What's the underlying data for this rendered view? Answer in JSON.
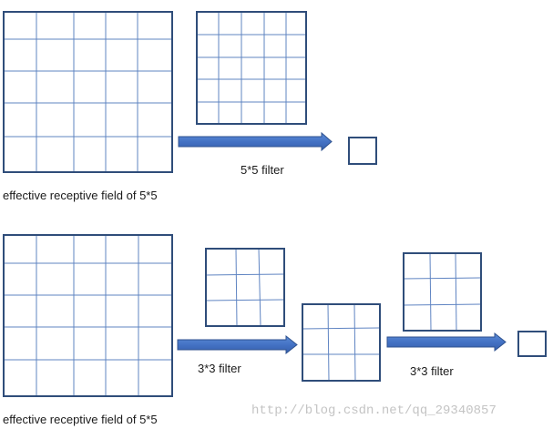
{
  "top": {
    "caption": "effective receptive field of 5*5",
    "filter_label": "5*5 filter"
  },
  "bottom": {
    "caption": "effective receptive field of 5*5",
    "filter_label_1": "3*3 filter",
    "filter_label_2": "3*3 filter"
  },
  "watermark": "http://blog.csdn.net/qq_29340857",
  "colors": {
    "outer_border": "#2f4d7a",
    "inner_grid": "#5f84c2",
    "arrow_fill": "#4472c4",
    "arrow_stroke": "#2f528f"
  }
}
